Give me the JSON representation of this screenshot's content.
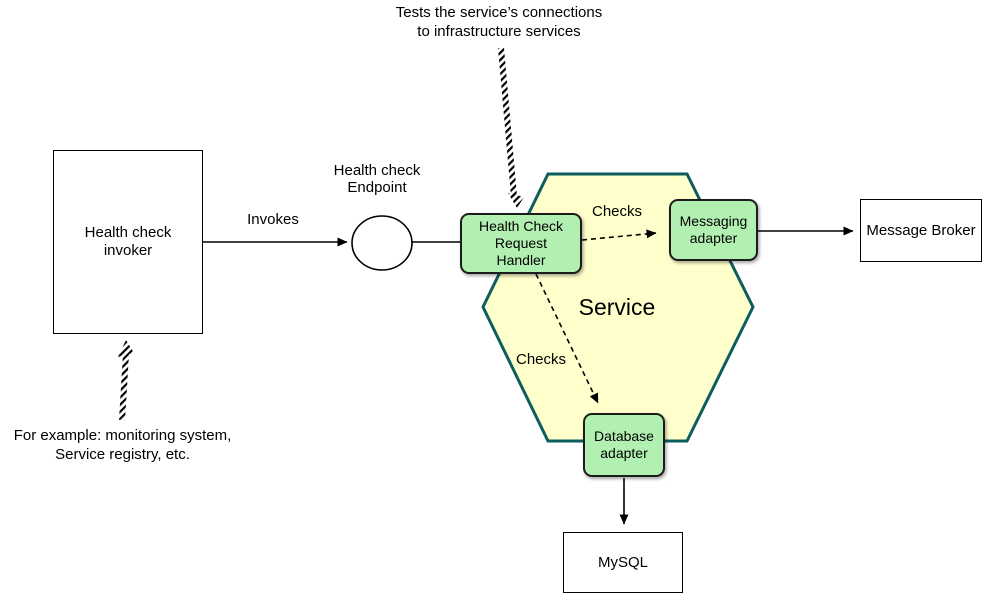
{
  "annotations": {
    "top_note": "Tests the service’s connections\nto infrastructure services",
    "bottom_note": "For example: monitoring system,\nService registry, etc."
  },
  "nodes": {
    "health_check_invoker": "Health check\ninvoker",
    "health_check_endpoint": "Health check\nEndpoint",
    "health_check_request_handler": "Health Check\nRequest\nHandler",
    "service": "Service",
    "messaging_adapter": "Messaging\nadapter",
    "database_adapter": "Database\nadapter",
    "message_broker": "Message Broker",
    "mysql": "MySQL"
  },
  "edges": {
    "invokes": "Invokes",
    "checks_messaging": "Checks",
    "checks_database": "Checks"
  },
  "colors": {
    "adapter_fill": "#b2f0b2",
    "adapter_border": "#1c1c1c",
    "service_fill": "#ffffcc",
    "service_border": "#0d5c5e",
    "line": "#000000",
    "background": "#ffffff"
  }
}
